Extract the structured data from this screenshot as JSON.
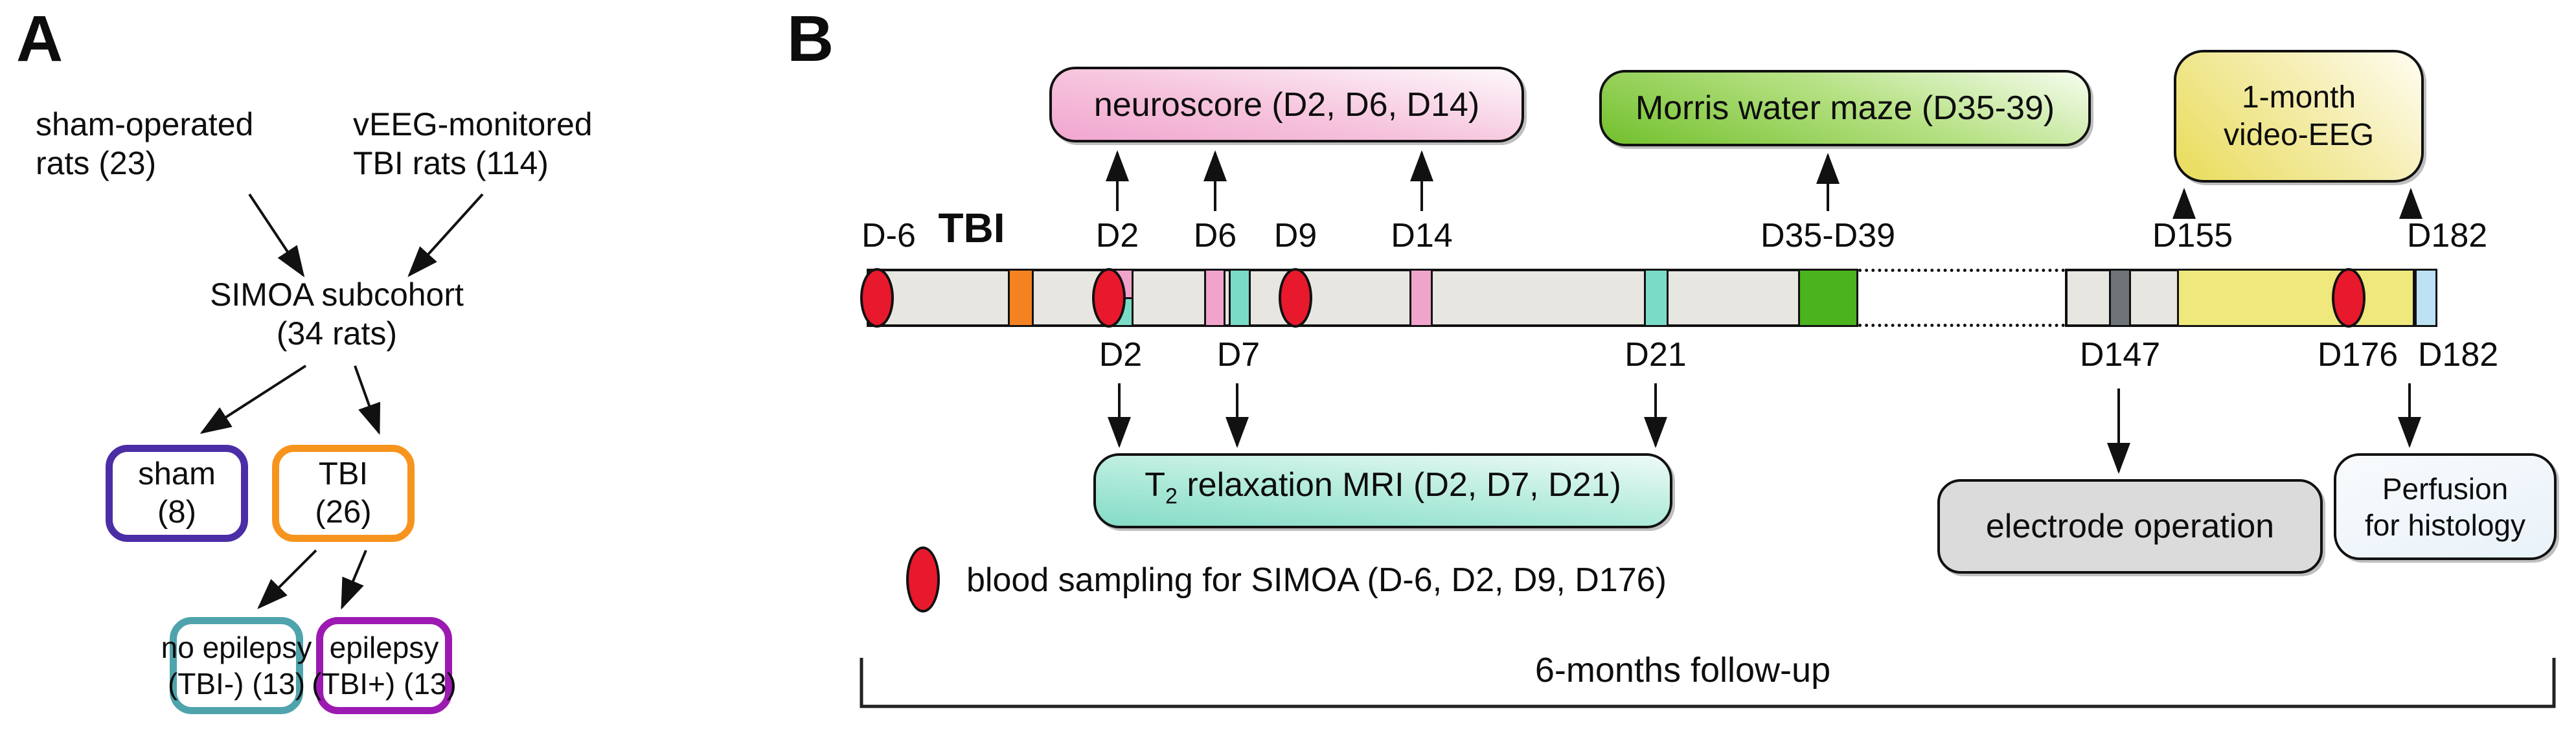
{
  "figure": {
    "panel_a": {
      "label": "A",
      "source_left": {
        "line1": "sham-operated",
        "line2": "rats (23)"
      },
      "source_right": {
        "line1": "vEEG-monitored",
        "line2": "TBI rats (114)"
      },
      "cohort": {
        "line1": "SIMOA subcohort",
        "line2": "(34 rats)"
      },
      "boxes": {
        "sham": {
          "line1": "sham",
          "line2": "(8)",
          "border_color": "#4b2da5"
        },
        "tbi": {
          "line1": "TBI",
          "line2": "(26)",
          "border_color": "#f7941e"
        },
        "no_epilepsy": {
          "line1": "no epilepsy",
          "line2": "(TBI-) (13)",
          "border_color": "#4fa3ac"
        },
        "epilepsy": {
          "line1": "epilepsy",
          "line2": "(TBI+) (13)",
          "border_color": "#9c1ab1"
        }
      }
    },
    "panel_b": {
      "label": "B",
      "event_boxes": {
        "neuroscore": {
          "label": "neuroscore (D2, D6, D14)",
          "color_top": "#fdf8fb",
          "color_bottom": "#f1a6cf"
        },
        "morris": {
          "label": "Morris water maze (D35-39)",
          "color_top": "#f7fdf0",
          "color_bottom": "#72c02c"
        },
        "video_eeg": {
          "line1": "1-month",
          "line2": "video-EEG",
          "color_top": "#fffdf2",
          "color_bottom": "#e9dc5a"
        },
        "mri": {
          "prefix": "T",
          "subscript": "2",
          "suffix": " relaxation MRI (D2, D7, D21)",
          "color_top": "#eefaf7",
          "color_bottom": "#84dcc7"
        },
        "electrode": {
          "label": "electrode operation",
          "fill": "#dbdbdb"
        },
        "perfusion": {
          "line1": "Perfusion",
          "line2": "for histology",
          "fill": "#e9f2f9"
        }
      },
      "timeline": {
        "labels_above": [
          "D-6",
          "TBI",
          "D2",
          "D6",
          "D9",
          "D14",
          "D35-D39",
          "D155",
          "D182"
        ],
        "labels_below": [
          "D2",
          "D7",
          "D21",
          "D147",
          "D176",
          "D182"
        ],
        "bar_fill": "#e8e6e1",
        "events": [
          {
            "day": "D-6",
            "type": "blood-sampling",
            "color": "#e8192c"
          },
          {
            "day": "TBI",
            "type": "tbi-impact",
            "color": "#f58220"
          },
          {
            "day": "D2",
            "type": "neuroscore",
            "color": "#f0a3cb"
          },
          {
            "day": "D2",
            "type": "mri",
            "color": "#7adcc6"
          },
          {
            "day": "D2",
            "type": "blood-sampling",
            "color": "#e8192c"
          },
          {
            "day": "D6",
            "type": "neuroscore",
            "color": "#f0a3cb"
          },
          {
            "day": "D7",
            "type": "mri",
            "color": "#7adcc6"
          },
          {
            "day": "D9",
            "type": "blood-sampling",
            "color": "#e8192c"
          },
          {
            "day": "D14",
            "type": "neuroscore",
            "color": "#f0a3cb"
          },
          {
            "day": "D21",
            "type": "mri",
            "color": "#7adcc6"
          },
          {
            "day": "D35-D39",
            "type": "morris-water-maze",
            "color": "#4bb31e"
          },
          {
            "day": "D147",
            "type": "electrode-operation",
            "color": "#6d7377"
          },
          {
            "day": "D155-D182",
            "type": "video-eeg",
            "color": "#eee87d"
          },
          {
            "day": "D176",
            "type": "blood-sampling",
            "color": "#e8192c"
          },
          {
            "day": "D182",
            "type": "perfusion",
            "color": "#bce2f3"
          }
        ]
      },
      "legend": {
        "marker_color": "#e8192c",
        "label": "blood sampling for SIMOA (D-6, D2, D9, D176)"
      },
      "bracket": {
        "label": "6-months follow-up"
      }
    }
  }
}
